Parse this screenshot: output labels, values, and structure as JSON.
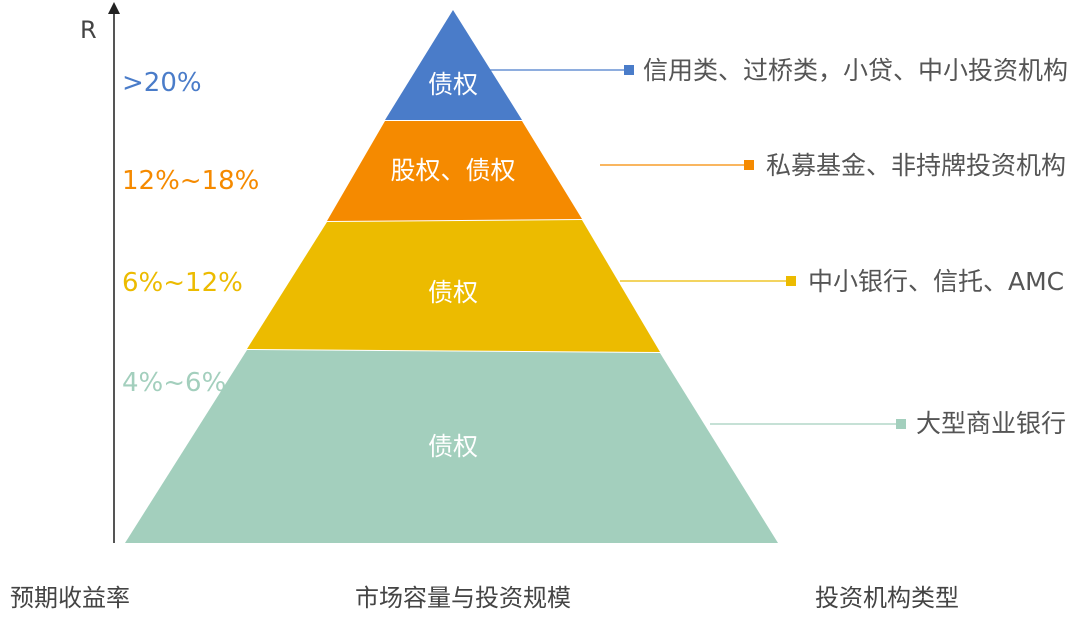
{
  "axis": {
    "r_label": "R"
  },
  "colors": {
    "blue": "#4a7cc9",
    "orange": "#f58a00",
    "yellow": "#ecbb00",
    "teal": "#a3cfbd"
  },
  "tiers": [
    {
      "label": "债权",
      "return": ">20%",
      "institutions": "信用类、过桥类，小贷、中小投资机构"
    },
    {
      "label": "股权、债权",
      "return": "12%~18%",
      "institutions": "私募基金、非持牌投资机构"
    },
    {
      "label": "债权",
      "return": "6%~12%",
      "institutions": "中小银行、信托、AMC"
    },
    {
      "label": "债权",
      "return": "4%~6%",
      "institutions": "大型商业银行"
    }
  ],
  "bottom_labels": {
    "left": "预期收益率",
    "center": "市场容量与投资规模",
    "right": "投资机构类型"
  }
}
